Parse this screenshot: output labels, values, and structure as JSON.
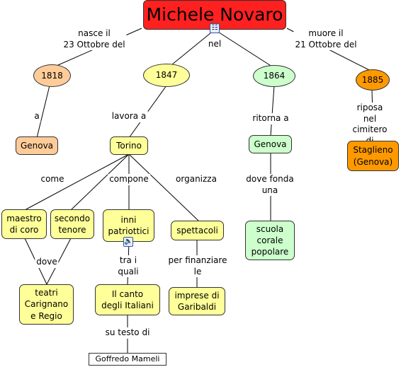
{
  "title": "Michele Novaro",
  "links": {
    "nasce": "nasce il\n23 Ottobre del",
    "nel": "nel",
    "muore": "muore il\n21 Ottobre del",
    "a": "a",
    "lavora": "lavora a",
    "ritorna": "ritorna a",
    "riposa": "riposa nel\ncimitero di",
    "come": "come",
    "compone": "compone",
    "organizza": "organizza",
    "dove_fonda": "dove fonda\nuna",
    "dove": "dove",
    "tra_i_quali": "tra i\nquali",
    "per_finanziare": "per finanziare\nle",
    "su_testo": "su testo di"
  },
  "concepts": {
    "y1818": "1818",
    "y1847": "1847",
    "y1864": "1864",
    "y1885": "1885",
    "genova_birth": "Genova",
    "torino": "Torino",
    "genova_return": "Genova",
    "staglieno": "Staglieno\n(Genova)",
    "maestro": "maestro\ndi coro",
    "secondo": "secondo\ntenore",
    "inni": "inni\npatriottici",
    "spettacoli": "spettacoli",
    "scuola": "scuola\ncorale\npopolare",
    "teatri": "teatri\nCarignano\ne Regio",
    "canto": "Il canto\ndegli Italiani",
    "imprese": "imprese di\nGaribaldi",
    "mameli": "Goffredo Mameli"
  },
  "colors": {
    "title": "#ff2020",
    "yellow": "#ffff99",
    "green": "#ccffcc",
    "peach": "#ffcc99",
    "orange": "#ff9900"
  },
  "icons": [
    "concept-map-icon",
    "speaker-icon"
  ]
}
